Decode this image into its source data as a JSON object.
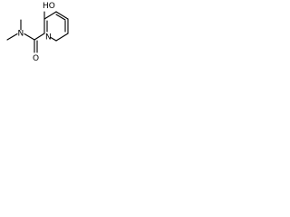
{
  "molecule": {
    "atoms": {
      "hydroxyl": "HO",
      "carbonyl_oxygen": "O",
      "amide_nitrogen": "N",
      "ring_nitrogen": "N"
    }
  }
}
